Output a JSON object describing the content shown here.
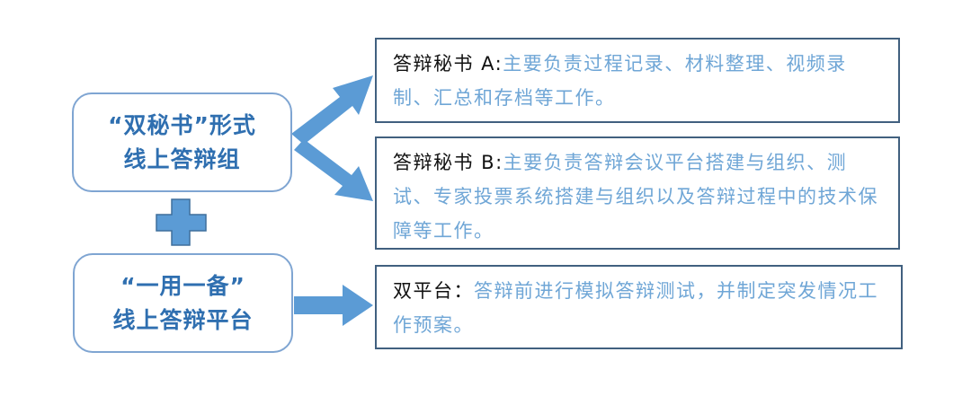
{
  "left": {
    "group_line1": "“双秘书”形式",
    "group_line2": "线上答辩组",
    "platform_line1": "“一用一备”",
    "platform_line2": "线上答辩平台"
  },
  "right": {
    "secretary_a": {
      "label": "答辩秘书 A:",
      "text": "主要负责过程记录、材料整理、视频录制、汇总和存档等工作。"
    },
    "secretary_b": {
      "label": "答辩秘书 B:",
      "text": "主要负责答辩会议平台搭建与组织、测试、专家投票系统搭建与组织以及答辩过程中的技术保障等工作。"
    },
    "dual_platform": {
      "label": "双平台：",
      "text": "答辩前进行模拟答辩测试，并制定突发情况工作预案。"
    }
  },
  "colors": {
    "arrow": "#5b9bd5",
    "left_border": "#7fa5d2",
    "left_text": "#2f6fb0",
    "right_border": "#41607f",
    "right_text": "#6fa6d6",
    "label_text": "#111111"
  }
}
